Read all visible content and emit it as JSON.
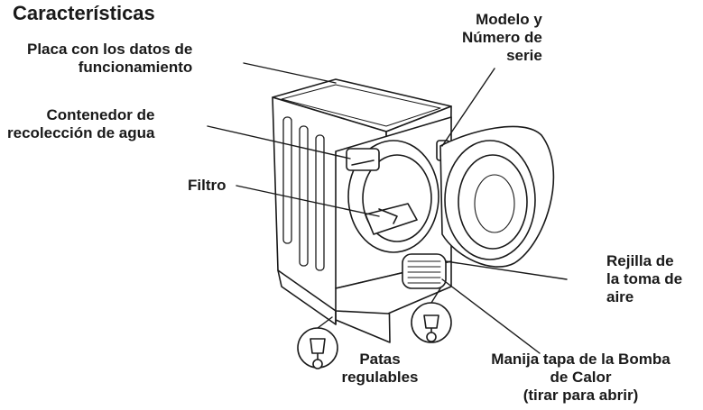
{
  "title": "Características",
  "labels": {
    "placa": [
      "Placa con los datos de",
      "funcionamiento"
    ],
    "contenedor": [
      "Contenedor de",
      "recolección de agua"
    ],
    "filtro": [
      "Filtro"
    ],
    "modelo": [
      "Modelo y",
      "Número de",
      "serie"
    ],
    "rejilla": [
      "Rejilla de",
      "la toma de",
      "aire"
    ],
    "manija": [
      "Manija tapa de la Bomba",
      "de Calor",
      "(tirar para abrir)"
    ],
    "patas": [
      "Patas",
      "regulables"
    ]
  },
  "colors": {
    "ink": "#1a1a1a",
    "fill": "#ffffff"
  }
}
